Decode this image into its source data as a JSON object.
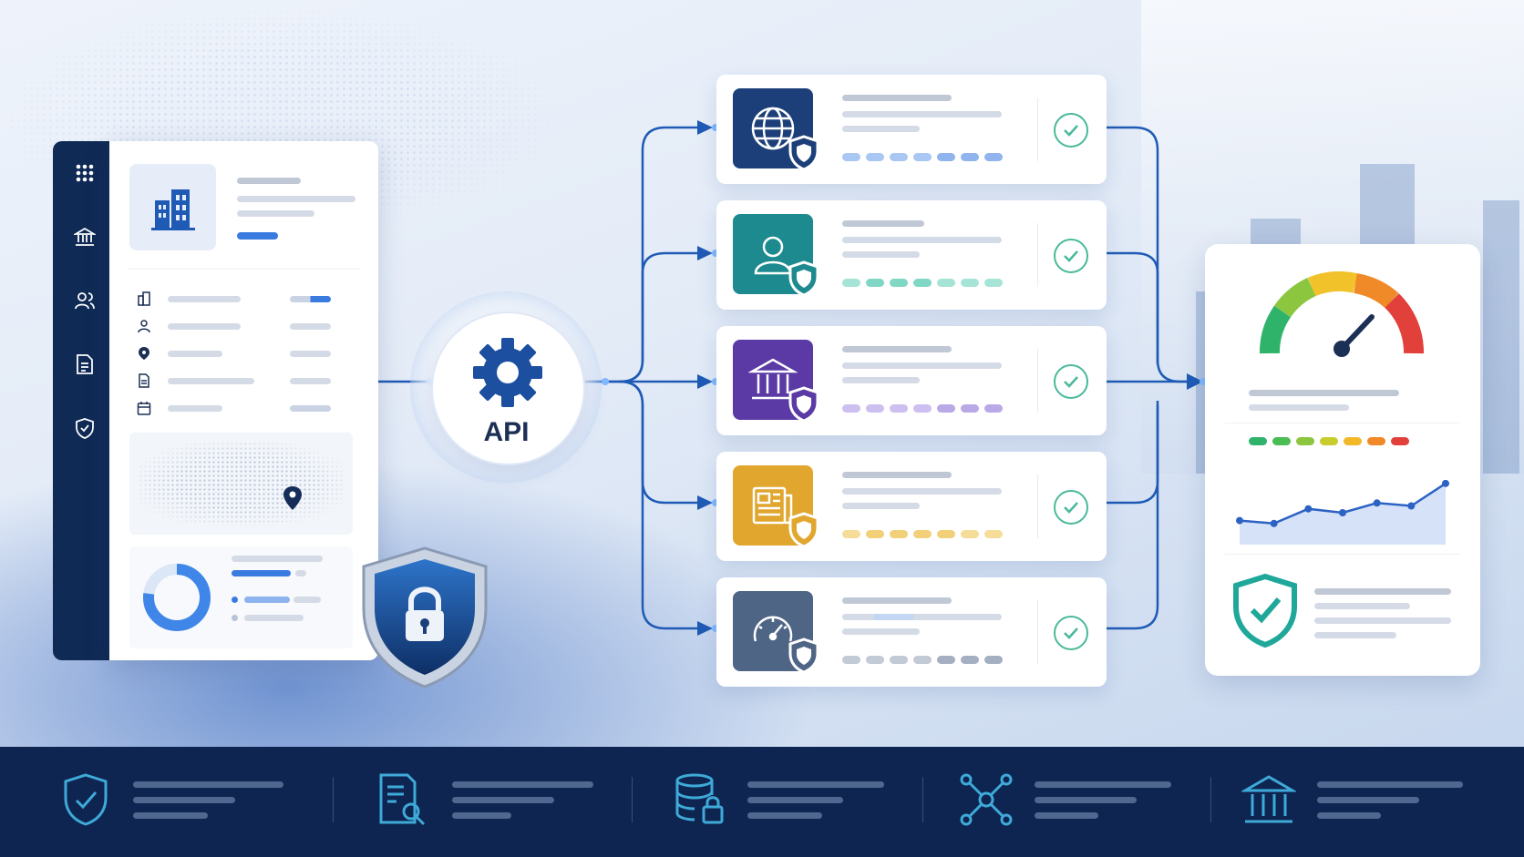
{
  "hub": {
    "label": "API"
  },
  "sidebar": {
    "icons": [
      "apps-grid-icon",
      "bank-icon",
      "users-icon",
      "document-icon",
      "shield-check-icon"
    ]
  },
  "profile_panel": {
    "header_icon": "building-icon",
    "detail_icons": [
      "building-icon",
      "person-icon",
      "location-pin-icon",
      "document-icon",
      "calendar-icon"
    ],
    "map_icon": "location-pin-icon"
  },
  "services": [
    {
      "icon": "globe-icon",
      "color": "#1c3f7a",
      "dot_color": "#8fb4ee",
      "status_icon": "check-icon"
    },
    {
      "icon": "person-icon",
      "color": "#1d8a8f",
      "dot_color": "#7fd7c4",
      "status_icon": "check-icon"
    },
    {
      "icon": "bank-icon",
      "color": "#5b3aa6",
      "dot_color": "#b9a9e6",
      "status_icon": "check-icon"
    },
    {
      "icon": "newspaper-icon",
      "color": "#e0a62e",
      "dot_color": "#f2d07a",
      "status_icon": "check-icon"
    },
    {
      "icon": "speedometer-icon",
      "color": "#4f6585",
      "dot_color": "#a4afc2",
      "status_icon": "check-icon"
    }
  ],
  "result": {
    "gauge_icon": "risk-gauge-icon",
    "score_colors": [
      "#2fb36a",
      "#4cbc54",
      "#8cc63f",
      "#c8cc2c",
      "#f1b829",
      "#f08a28",
      "#e2413b"
    ],
    "trend_points": [
      [
        0,
        40
      ],
      [
        1,
        37
      ],
      [
        2,
        52
      ],
      [
        3,
        48
      ],
      [
        4,
        58
      ],
      [
        5,
        55
      ],
      [
        6,
        78
      ]
    ],
    "badge_icon": "shield-check-icon"
  },
  "footer": {
    "items": [
      "shield-check-icon",
      "document-search-icon",
      "database-lock-icon",
      "network-icon",
      "bank-icon"
    ]
  }
}
